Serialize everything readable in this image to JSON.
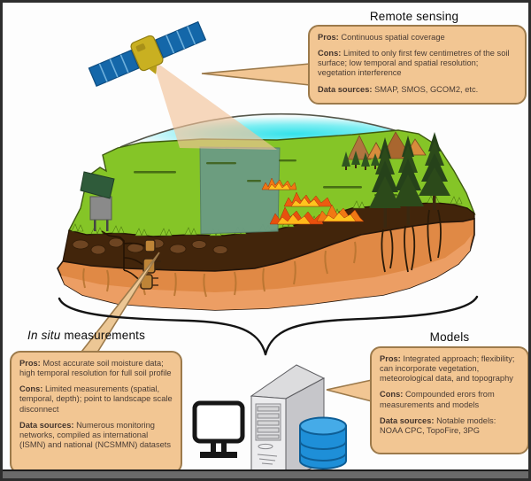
{
  "sections": {
    "remote_sensing": {
      "title": "Remote sensing",
      "pros_label": "Pros:",
      "pros": "Continuous spatial coverage",
      "cons_label": "Cons:",
      "cons": "Limited to only first few centimetres of the soil surface; low temporal and spatial resolution; vegetation interference",
      "data_label": "Data sources:",
      "data": "SMAP, SMOS, GCOM2, etc."
    },
    "in_situ": {
      "title_italic": "In situ",
      "title_rest": "measurements",
      "pros_label": "Pros:",
      "pros": "Most accurate soil moisture data; high temporal resolution for full soil profile",
      "cons_label": "Cons:",
      "cons": "Limited measurements (spatial, temporal, depth); point to landscape scale disconnect",
      "data_label": "Data sources:",
      "data": "Numerous monitoring networks, compiled as international (ISMN) and national (NCSMMN) datasets"
    },
    "models": {
      "title": "Models",
      "pros_label": "Pros:",
      "pros": "Integrated approach; flexibility; can incorporate vegetation, meteorological data, and topography",
      "cons_label": "Cons:",
      "cons": "Compounded erors from measurements and models",
      "data_label": "Data sources:",
      "data": "Notable models: NOAA CPC, TopoFire, 3PG"
    }
  },
  "icons": {
    "satellite": "satellite-icon",
    "monitor": "monitor-icon",
    "server_tower": "server-tower-icon",
    "database": "database-icon"
  },
  "colors": {
    "callout_fill": "#f2c693",
    "callout_border": "#9c7a4b",
    "callout_text": "#4a3c34",
    "grass": "#85c527",
    "swath_teal": "#6b9c83",
    "topsoil": "#42250b",
    "subsoil": "#e08945",
    "sky_cyan": "#35e2eb",
    "beam_peach": "#f3c39a",
    "panel_blue": "#1467a9",
    "satellite_gold": "#c9b021",
    "database_blue": "#1e8fd8"
  }
}
